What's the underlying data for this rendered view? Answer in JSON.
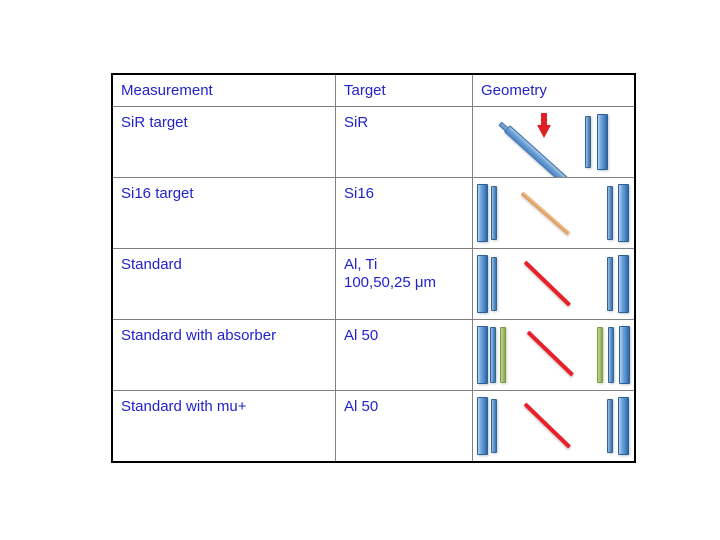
{
  "table": {
    "headers": [
      "Measurement",
      "Target",
      "Geometry"
    ],
    "rows": [
      {
        "measurement": "SiR target",
        "target": "SiR",
        "geometry": {
          "name": "geometry-sir-target",
          "description": "tilted SiR target slab with incoming red beam arrow and two vertical detector bars at right",
          "elements": [
            "diag-blue-thin",
            "diag-blue-thick",
            "red-down-arrow",
            "blue-thin-bar",
            "blue-wide-bar"
          ]
        }
      },
      {
        "measurement": "Si16 target",
        "target": "Si16",
        "geometry": {
          "name": "geometry-si16-target",
          "description": "detector bar pair at left and right with orange diagonal target in the middle",
          "elements": [
            "blue-wide-bar",
            "blue-thin-bar",
            "diag-orange",
            "blue-thin-bar",
            "blue-wide-bar"
          ]
        }
      },
      {
        "measurement": "Standard",
        "target": "Al, Ti\n100,50,25 μm",
        "geometry": {
          "name": "geometry-standard",
          "description": "detector bar pair at left and right with red diagonal target in the middle",
          "elements": [
            "blue-wide-bar",
            "blue-thin-bar",
            "diag-red",
            "blue-thin-bar",
            "blue-wide-bar"
          ]
        }
      },
      {
        "measurement": "Standard with absorber",
        "target": "Al 50",
        "geometry": {
          "name": "geometry-standard-with-absorber",
          "description": "three bars per side including a green absorber strip, red diagonal target in the middle",
          "elements": [
            "blue-wide-bar",
            "blue-thin-bar",
            "green-thin-bar",
            "diag-red",
            "green-thin-bar",
            "blue-thin-bar",
            "blue-wide-bar"
          ]
        }
      },
      {
        "measurement": "Standard with mu+",
        "target": "Al 50",
        "geometry": {
          "name": "geometry-standard-with-mu-plus",
          "description": "detector bar pair at left and right with red diagonal target in the middle",
          "elements": [
            "blue-wide-bar",
            "blue-thin-bar",
            "diag-red",
            "blue-thin-bar",
            "blue-wide-bar"
          ]
        }
      }
    ]
  },
  "colors": {
    "text_blue": "#2222CC",
    "detector_blue": "#4A87C9",
    "absorber_green": "#A6BF6B",
    "beam_red": "#E8202A",
    "target_orange": "#E3A86A",
    "table_outer_border": "#000000",
    "table_inner_border": "#808080",
    "background": "#FFFFFF"
  }
}
